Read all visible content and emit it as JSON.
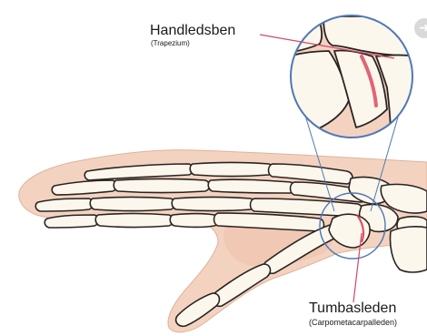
{
  "labels": {
    "top": {
      "title": "Handledsben",
      "subtitle": "(Trapezium)"
    },
    "bottom": {
      "title": "Tumbasleden",
      "subtitle": "(Carpometacarpalleden)"
    }
  },
  "colors": {
    "skin": "#f3d3c0",
    "skin_dark": "#eec0a8",
    "bone": "#fbf7ec",
    "bone_outline": "#2a2321",
    "callout": "#4f78b6",
    "pointer": "#d04a6b",
    "inflammation": "#d8344e"
  },
  "icons": {
    "corner": "arrow-icon"
  }
}
